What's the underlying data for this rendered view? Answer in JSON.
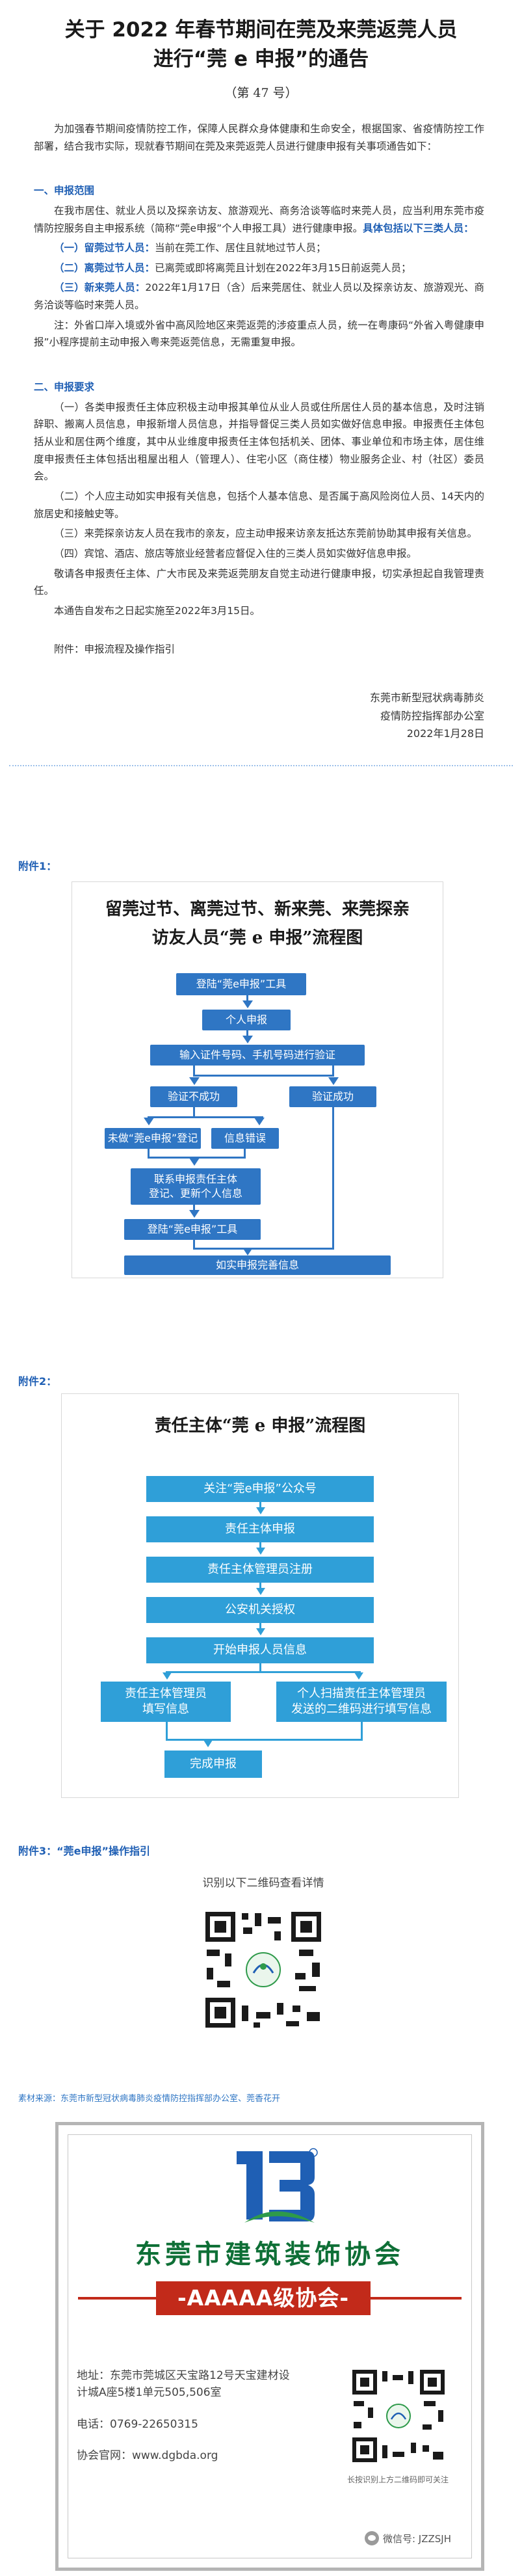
{
  "header": {
    "title_line1": "关于 2022 年春节期间在莞及来莞返莞人员",
    "title_line2": "进行“莞 e 申报”的通告",
    "doc_number": "（第 47 号）"
  },
  "intro": "为加强春节期间疫情防控工作，保障人民群众身体健康和生命安全，根据国家、省疫情防控工作部署，结合我市实际，现就春节期间在莞及来莞返莞人员进行健康申报有关事项通告如下：",
  "section1": {
    "heading": "一、申报范围",
    "para_prefix": "在我市居住、就业人员以及探亲访友、旅游观光、商务洽谈等临时来莞人员，应当利用东莞市疫情防控服务自主申报系统（简称“莞e申报”个人申报工具）进行健康申报。",
    "para_highlight": "具体包括以下三类人员：",
    "item1_label": "（一）留莞过节人员：",
    "item1_text": "当前在莞工作、居住且就地过节人员；",
    "item2_label": "（二）离莞过节人员：",
    "item2_text": "已离莞或即将离莞且计划在2022年3月15日前返莞人员；",
    "item3_label": "（三）新来莞人员：",
    "item3_text": "2022年1月17日（含）后来莞居住、就业人员以及探亲访友、旅游观光、商务洽谈等临时来莞人员。",
    "note": "注：外省口岸入境或外省中高风险地区来莞返莞的涉疫重点人员，统一在粤康码“外省入粤健康申报”小程序提前主动申报入粤来莞返莞信息，无需重复申报。"
  },
  "section2": {
    "heading": "二、申报要求",
    "p1": "（一）各类申报责任主体应积极主动申报其单位从业人员或住所居住人员的基本信息，及时注销辞职、搬离人员信息，申报新增人员信息，并指导督促三类人员如实做好信息申报。申报责任主体包括从业和居住两个维度，其中从业维度申报责任主体包括机关、团体、事业单位和市场主体，居住维度申报责任主体包括出租屋出租人（管理人）、住宅小区（商住楼）物业服务企业、村（社区）委员会。",
    "p2": "（二）个人应主动如实申报有关信息，包括个人基本信息、是否属于高风险岗位人员、14天内的旅居史和接触史等。",
    "p3": "（三）来莞探亲访友人员在我市的亲友，应主动申报来访亲友抵达东莞前协助其申报有关信息。",
    "p4": "（四）宾馆、酒店、旅店等旅业经营者应督促入住的三类人员如实做好信息申报。",
    "p5": "敬请各申报责任主体、广大市民及来莞返莞朋友自觉主动进行健康申报，切实承担起自我管理责任。",
    "p6": "本通告自发布之日起实施至2022年3月15日。",
    "attachment_note": "附件：申报流程及操作指引"
  },
  "signature": {
    "org_line1": "东莞市新型冠状病毒肺炎",
    "org_line2": "疫情防控指挥部办公室",
    "date": "2022年1月28日"
  },
  "attachment1": {
    "label": "附件1：",
    "title_line1": "留莞过节、离莞过节、新来莞、来莞探亲",
    "title_line2": "访友人员“莞 e 申报”流程图",
    "steps": {
      "login": "登陆“莞e申报”工具",
      "personal": "个人申报",
      "verify": "输入证件号码、手机号码进行验证",
      "fail": "验证不成功",
      "success": "验证成功",
      "not_registered": "未做“莞e申报”登记",
      "info_error": "信息错误",
      "contact": "联系申报责任主体\n登记、更新个人信息",
      "relogin": "登陆“莞e申报”工具",
      "complete": "如实申报完善信息"
    }
  },
  "attachment2": {
    "label": "附件2：",
    "title": "责任主体“莞 e 申报”流程图",
    "steps": {
      "follow": "关注“莞e申报”公众号",
      "entity": "责任主体申报",
      "admin_reg": "责任主体管理员注册",
      "police": "公安机关授权",
      "start": "开始申报人员信息",
      "admin_fill": "责任主体管理员\n填写信息",
      "scan_fill": "个人扫描责任主体管理员\n发送的二维码进行填写信息",
      "done": "完成申报"
    }
  },
  "attachment3": {
    "label": "附件3：",
    "label_title": "“莞e申报”操作指引",
    "qr_caption": "识别以下二维码查看详情"
  },
  "source": "素材来源：东莞市新型冠状病毒肺炎疫情防控指挥部办公室、莞香花开",
  "card": {
    "name": "东莞市建筑装饰协会",
    "banner": "-AAAAA级协会-",
    "address": "地址：东莞市莞城区天宝路12号天宝建材设计城A座5楼1单元505,506室",
    "phone": "电话：0769-22650315",
    "website": "协会官网：www.dgbda.org",
    "qr_caption": "长按识别上方二维码即可关注",
    "watermark": "微信号: JZZSJH"
  },
  "colors": {
    "accent": "#1f5fb4",
    "flow_blue": "#2f76c4",
    "flow_cyan": "#2f9fd8",
    "green": "#0e6f36",
    "red": "#c22a1a"
  }
}
